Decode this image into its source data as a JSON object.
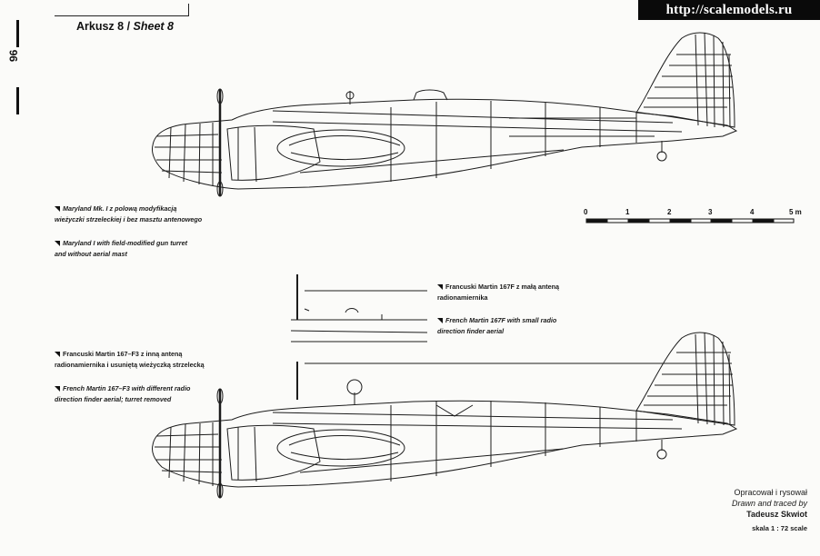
{
  "watermark": "http://scalemodels.ru",
  "page": {
    "number": "96",
    "title_pl": "Arkusz 8 /",
    "title_en": "Sheet 8"
  },
  "captions": {
    "top_pl_line1": "Maryland Mk. I z polową modyfikacją",
    "top_pl_line2": "wieżyczki strzeleckiej i bez masztu antenowego",
    "top_en_line1": "Maryland I with field-modified gun turret",
    "top_en_line2": "and without aerial mast",
    "mid_pl_line1": "Francuski Martin 167F z małą anteną",
    "mid_pl_line2": "radionamiernika",
    "mid_en_line1": "French Martin 167F with small radio",
    "mid_en_line2": "direction finder aerial",
    "bottom_pl_line1": "Francuski Martin 167–F3 z inną anteną",
    "bottom_pl_line2": "radionamiernika i usuniętą wieżyczką strzelecką",
    "bottom_en_line1": "French Martin 167–F3 with different radio",
    "bottom_en_line2": "direction finder aerial; turret removed"
  },
  "scale_bar": {
    "ticks": [
      "0",
      "1",
      "2",
      "3",
      "4",
      "5 m"
    ]
  },
  "credits": {
    "line1": "Opracował i rysował",
    "line2": "Drawn and traced by",
    "author": "Tadeusz Skwiot",
    "scale": "skala 1 : 72 scale"
  },
  "colors": {
    "ink": "#111111",
    "paper": "#fbfbf9",
    "watermark_bg": "#0a0a0a"
  }
}
